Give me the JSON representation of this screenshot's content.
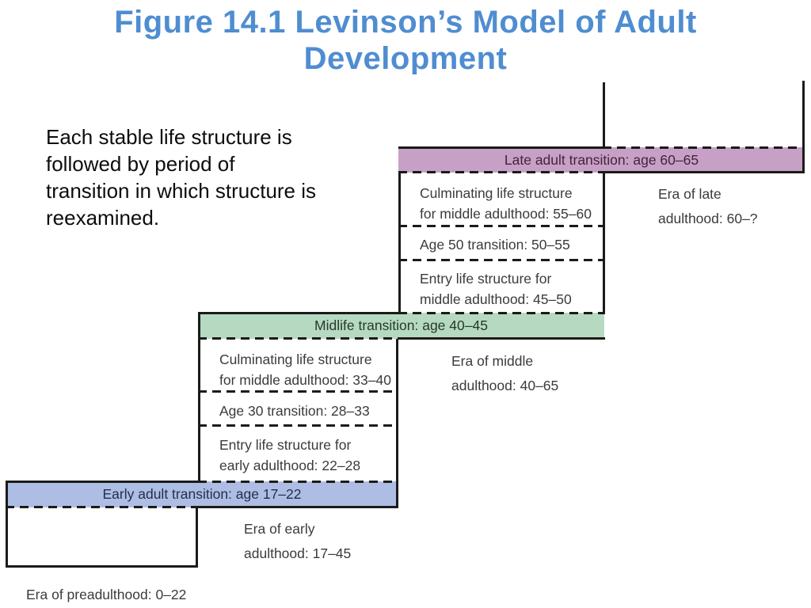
{
  "slide": {
    "title": "Figure 14.1  Levinson’s Model of Adult\nDevelopment",
    "caption": "Each stable life structure is\nfollowed by period of\ntransition in which structure is\nreexamined."
  },
  "diagram": {
    "transition_bars": [
      {
        "id": "late-adult-transition",
        "label": "Late adult transition: age 60–65"
      },
      {
        "id": "midlife-transition",
        "label": "Midlife transition: age 40–45"
      },
      {
        "id": "early-adult-transition",
        "label": "Early adult transition: age 17–22"
      }
    ],
    "middle_adulthood_stack": {
      "cells": [
        "Culminating life structure\nfor middle adulthood: 55–60",
        "Age 50 transition: 50–55",
        "Entry life structure for\nmiddle adulthood: 45–50"
      ]
    },
    "early_adulthood_stack": {
      "cells": [
        "Culminating life structure\nfor middle adulthood: 33–40",
        "Age 30 transition: 28–33",
        "Entry life structure for\nearly adulthood: 22–28"
      ]
    },
    "era_labels": {
      "late": "Era of late\nadulthood: 60–?",
      "middle": "Era of middle\nadulthood: 40–65",
      "early": "Era of early\nadulthood: 17–45",
      "pre": "Era of preadulthood: 0–22"
    }
  },
  "colors": {
    "background": "#FFFFFF",
    "title": "#4F8DD1",
    "caption": "#0D0D0D",
    "line": "#1B1B19",
    "text": "#3B3B39",
    "bar_late": "#C7A0C6",
    "bar_late_text": "#45233F",
    "bar_midlife": "#B6DAC1",
    "bar_midlife_text": "#273A2D",
    "bar_early": "#AEBDE3",
    "bar_early_text": "#242E4E"
  }
}
